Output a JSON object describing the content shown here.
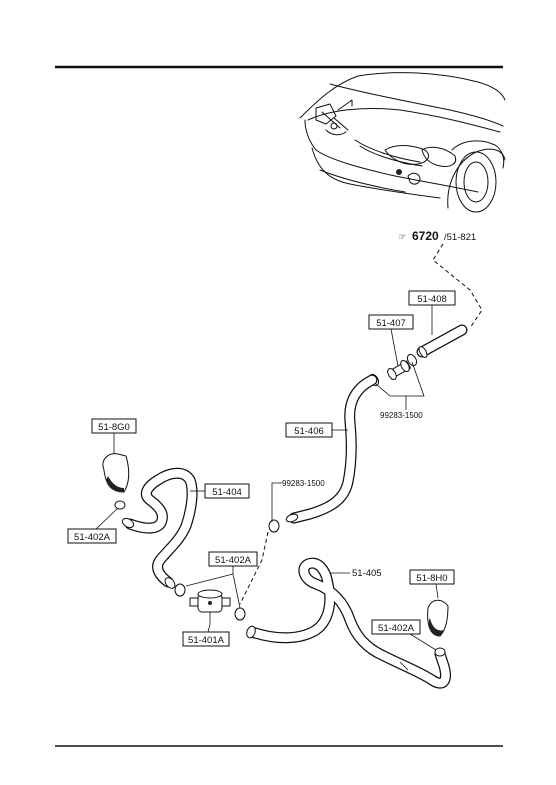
{
  "reference": {
    "arrow_text": "☞",
    "main": "6720",
    "sub": "/51-821"
  },
  "callouts": {
    "p51_408": "51-408",
    "p51_407": "51-407",
    "clamp_upper": "99283-1500",
    "p51_406": "51-406",
    "p51_8G0": "51-8G0",
    "p51_404": "51-404",
    "clamp_mid": "99283-1500",
    "p51_402A_left": "51-402A",
    "p51_402A_center": "51-402A",
    "p51_401A": "51-401A",
    "p51_405": "51-405",
    "p51_8H0": "51-8H0",
    "p51_402A_right": "51-402A"
  }
}
